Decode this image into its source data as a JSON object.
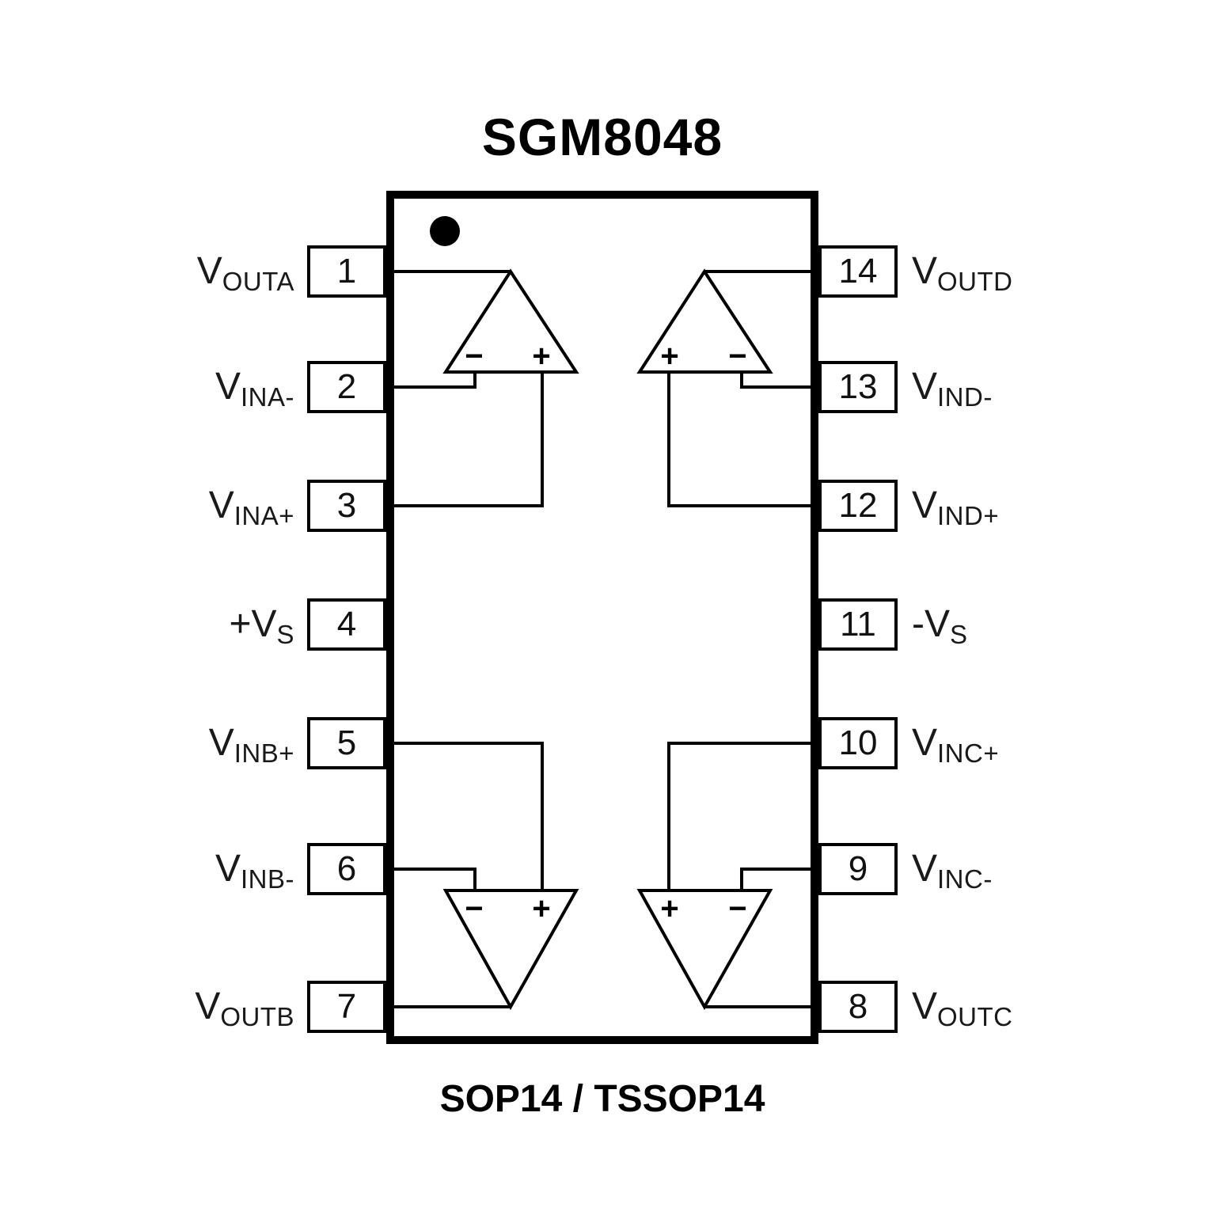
{
  "title": "SGM8048",
  "package": "SOP14 / TSSOP14",
  "pins": {
    "left": [
      {
        "number": "1",
        "base": "V",
        "sub": "OUTA"
      },
      {
        "number": "2",
        "base": "V",
        "sub": "INA-"
      },
      {
        "number": "3",
        "base": "V",
        "sub": "INA+"
      },
      {
        "number": "4",
        "base": "+V",
        "sub": "S"
      },
      {
        "number": "5",
        "base": "V",
        "sub": "INB+"
      },
      {
        "number": "6",
        "base": "V",
        "sub": "INB-"
      },
      {
        "number": "7",
        "base": "V",
        "sub": "OUTB"
      }
    ],
    "right": [
      {
        "number": "14",
        "base": "V",
        "sub": "OUTD"
      },
      {
        "number": "13",
        "base": "V",
        "sub": "IND-"
      },
      {
        "number": "12",
        "base": "V",
        "sub": "IND+"
      },
      {
        "number": "11",
        "base": "-V",
        "sub": "S"
      },
      {
        "number": "10",
        "base": "V",
        "sub": "INC+"
      },
      {
        "number": "9",
        "base": "V",
        "sub": "INC-"
      },
      {
        "number": "8",
        "base": "V",
        "sub": "OUTC"
      }
    ]
  },
  "opamps": {
    "top_left": {
      "left": "−",
      "right": "+"
    },
    "top_right": {
      "left": "+",
      "right": "−"
    },
    "bottom_left": {
      "left": "−",
      "right": "+"
    },
    "bottom_right": {
      "left": "+",
      "right": "−"
    }
  },
  "colors": {
    "ink": "#000000",
    "background": "#ffffff"
  }
}
